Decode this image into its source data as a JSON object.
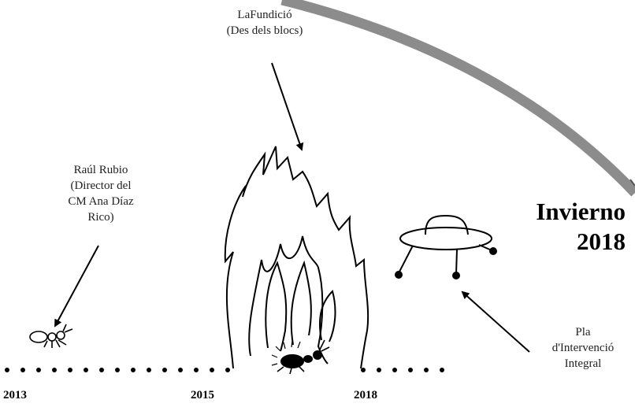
{
  "annotations": {
    "lafundicio": [
      "LaFundició",
      "(Des dels blocs)"
    ],
    "raul": [
      "Raúl Rubio",
      "(Director del",
      "CM Ana Díaz",
      "Rico)"
    ],
    "pla": [
      "Pla",
      "d'Intervenció",
      "Integral"
    ]
  },
  "season": {
    "line1": "Invierno",
    "line2": "2018"
  },
  "timeline": {
    "years": [
      "2013",
      "2015",
      "2018"
    ]
  },
  "icons": [
    "ant-icon",
    "fire-icon",
    "ufo-icon"
  ],
  "colors": {
    "ink": "#000000",
    "arc": "#8c8c8c",
    "background": "#ffffff"
  }
}
